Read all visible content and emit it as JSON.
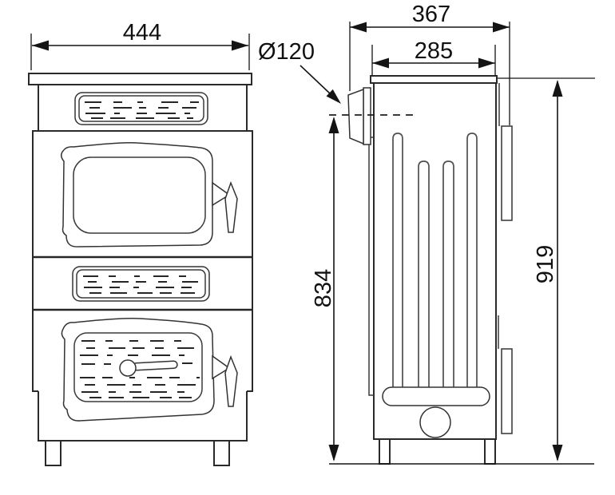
{
  "drawing": {
    "dimensions": {
      "front_width": "444",
      "flue_diameter": "Ø120",
      "depth_overall": "367",
      "depth_top": "285",
      "height_to_flue": "834",
      "height_overall": "919"
    },
    "colors": {
      "line": "#2a2a2a",
      "dimension": "#141414",
      "background": "#ffffff"
    }
  }
}
